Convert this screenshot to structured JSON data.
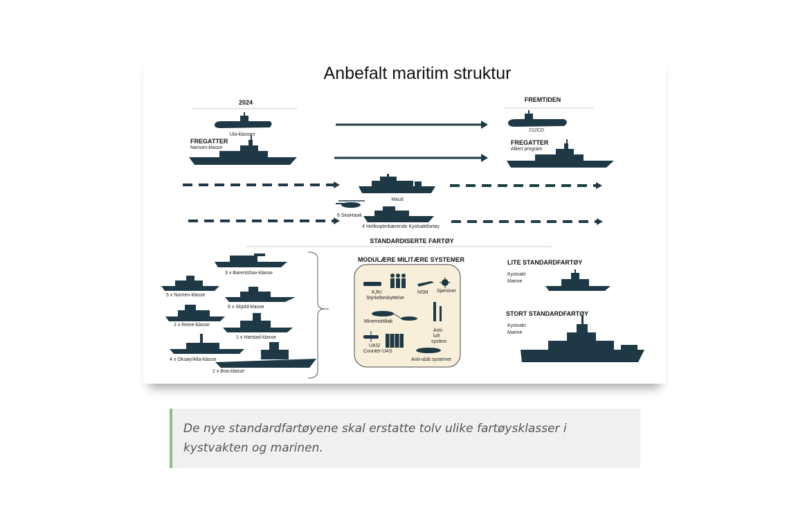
{
  "diagram": {
    "title": "Anbefalt maritim struktur",
    "col_left": "2024",
    "col_right": "FREMTIDEN",
    "ula": "Ula-klassen",
    "u212": "212CD",
    "frig_left_hdr": "FREGATTER",
    "frig_left_sub": "Nansen-klasse",
    "frig_right_hdr": "FREGATTER",
    "frig_right_sub": "Alliert program",
    "maud": "Maud",
    "seahawk": "6 SeaHawk",
    "kystvakt": "4 Helikopterbærende Kystvaktfartøy",
    "standard_hdr": "STANDARDISERTE FARTØY",
    "fleet": [
      "3 x Barentshav-klasse",
      "5 x Nornen-klasse",
      "6 x Skjold-klasse",
      "2 x Reine-klasse",
      "1 x Harstad-klasse",
      "4 x Oksøy/Alta-klasse",
      "2 x Boa-klasse"
    ],
    "modules": {
      "title": "MODULÆRE MILITÆRE SYSTEMER",
      "kjk": "KJK/",
      "kjk2": "Styrkebeskyttelse",
      "nsm": "NSM",
      "sjominer": "Sjøminer",
      "minemot": "Minemottiltak",
      "antiluft1": "Anti-",
      "antiluft2": "luft",
      "antiluft3": "system",
      "uas1": "UAS/",
      "uas2": "Counter-UAS",
      "antiubat": "Anti-ubåt systemer"
    },
    "lite_hdr": "LITE STANDARDFARTØY",
    "lite_l1": "Kystvakt",
    "lite_l2": "Marine",
    "stort_hdr": "STORT STANDARDFARTØY",
    "stort_l1": "Kystvakt",
    "stort_l2": "Marine"
  },
  "caption": "De nye standardfartøyene skal erstatte tolv ulike fartøysklasser i kystvakten og marinen.",
  "colors": {
    "ship": "#1e3945",
    "module_bg": "#f7efd9",
    "caption_bar": "#8fbf88"
  }
}
